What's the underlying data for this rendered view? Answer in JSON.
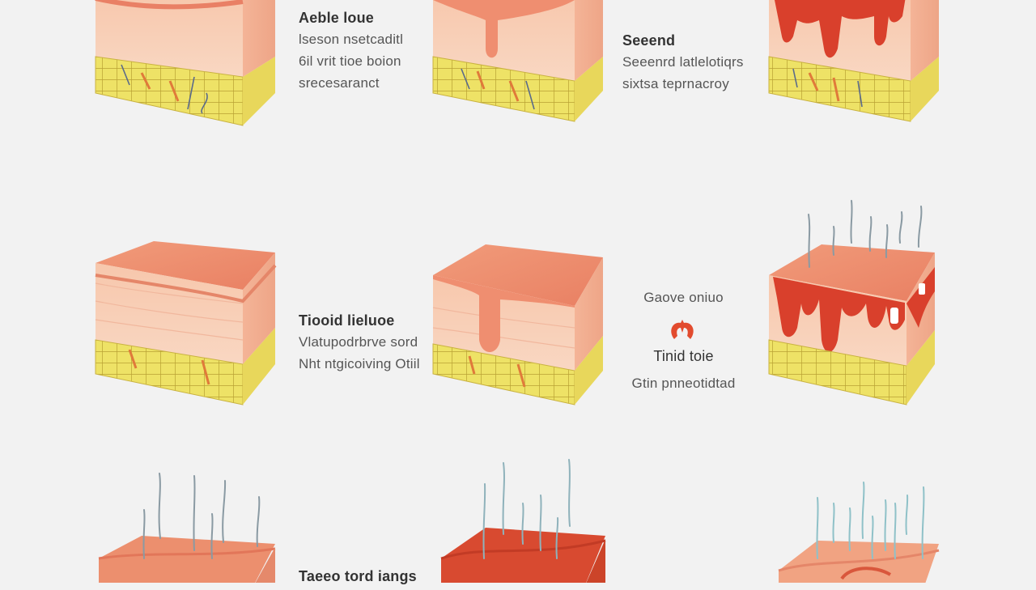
{
  "labels": {
    "row1_col1": {
      "title": "Aeble loue",
      "line1": "lseson nsetcaditl",
      "line2": "6il vrit tioe boion",
      "line3": "srecesaranct"
    },
    "row1_col2": {
      "title": "Seeend",
      "line1": "Seeenrd latlelotiqrs",
      "line2": "sixtsa teprnacroy"
    },
    "row2_col1": {
      "title": "Tiooid lieluoe",
      "line1": "Vlatupodrbrve sord",
      "line2": "Nht ntgicoiving Otiil"
    },
    "row2_col2": {
      "line1": "Gaove oniuo",
      "line2": "Tinid toie",
      "line3": "Gtin pnneotidtad"
    },
    "row3_col1": {
      "title": "Taeeo tord iangs"
    }
  },
  "colors": {
    "background": "#f2f2f2",
    "epidermis": "#f4a98a",
    "skin_mid": "#f6c9ae",
    "fat_layer": "#eee266",
    "burn_red": "#d9402c",
    "blister": "#ef8e70",
    "hair": "#8a9aa3"
  },
  "icons": [
    "arrow-icon",
    "hair-icon"
  ]
}
